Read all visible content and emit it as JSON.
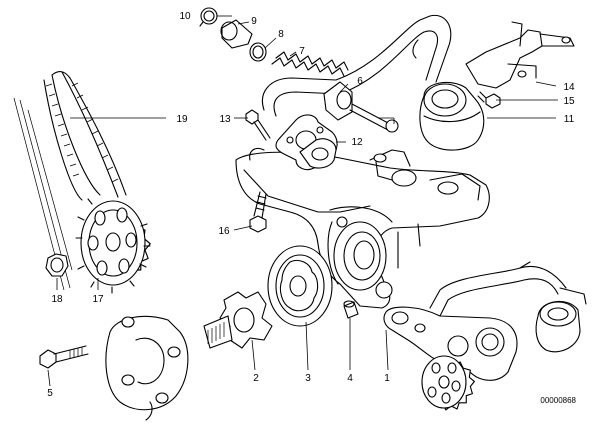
{
  "document_number": "00000868",
  "callouts": [
    {
      "label": "1"
    },
    {
      "label": "2"
    },
    {
      "label": "3"
    },
    {
      "label": "4"
    },
    {
      "label": "5"
    },
    {
      "label": "6"
    },
    {
      "label": "7"
    },
    {
      "label": "8"
    },
    {
      "label": "9"
    },
    {
      "label": "10"
    },
    {
      "label": "11"
    },
    {
      "label": "12"
    },
    {
      "label": "13"
    },
    {
      "label": "14"
    },
    {
      "label": "15"
    },
    {
      "label": "16"
    },
    {
      "label": "17"
    },
    {
      "label": "18"
    },
    {
      "label": "19"
    }
  ]
}
